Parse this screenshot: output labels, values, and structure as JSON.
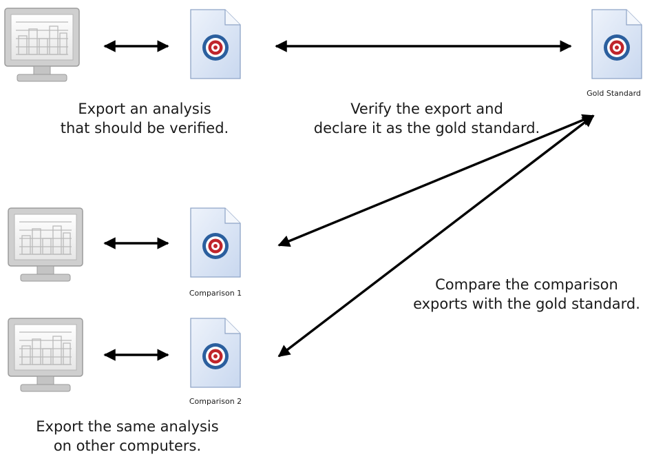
{
  "nodes": {
    "computer_icon": "computer-monitor-icon",
    "document_icon": "target-document-icon",
    "gold_standard_label": "Gold Standard",
    "comparison1_label": "Comparison 1",
    "comparison2_label": "Comparison 2"
  },
  "captions": {
    "export_line1": "Export an analysis",
    "export_line2": "that should be verified.",
    "verify_line1": "Verify the export and",
    "verify_line2": "declare it as the gold standard.",
    "compare_line1": "Compare the comparison",
    "compare_line2": "exports with the gold standard.",
    "same_line1": "Export the same analysis",
    "same_line2": "on other computers."
  },
  "colors": {
    "target_red": "#c0252b",
    "target_blue": "#2b5f9e",
    "document_fill": "#dfe8f6",
    "monitor_frame": "#d2d2d2",
    "arrow": "#000000"
  }
}
